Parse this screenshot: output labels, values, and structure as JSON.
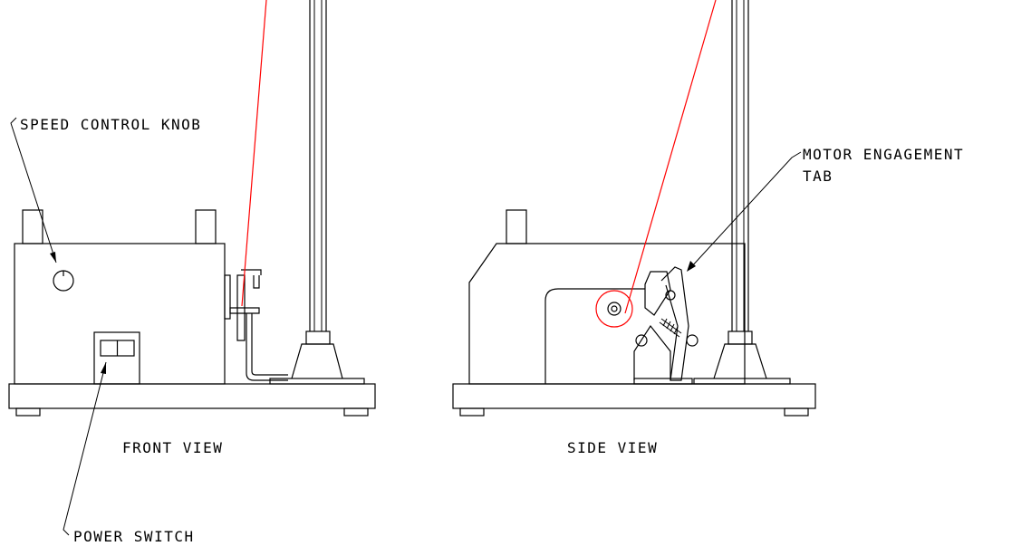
{
  "labels": {
    "speed_control_knob": "SPEED CONTROL KNOB",
    "power_switch": "POWER SWITCH",
    "front_view": "FRONT VIEW",
    "side_view": "SIDE VIEW",
    "motor_engagement_line1": "MOTOR ENGAGEMENT",
    "motor_engagement_line2": "TAB"
  },
  "colors": {
    "line": "#000000",
    "string": "#ff0000",
    "background": "#ffffff"
  }
}
